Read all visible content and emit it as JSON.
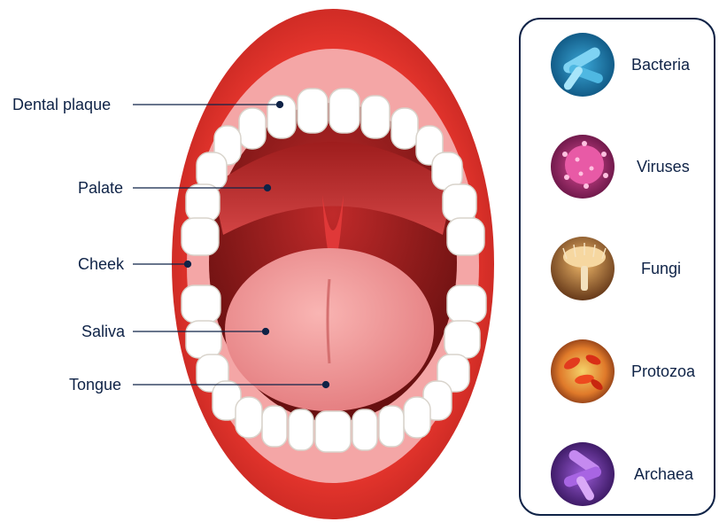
{
  "mouth_labels": [
    {
      "id": "dental-plaque",
      "text": "Dental plaque"
    },
    {
      "id": "palate",
      "text": "Palate"
    },
    {
      "id": "cheek",
      "text": "Cheek"
    },
    {
      "id": "saliva",
      "text": "Saliva"
    },
    {
      "id": "tongue",
      "text": "Tongue"
    }
  ],
  "microbes": [
    {
      "id": "bacteria",
      "text": "Bacteria",
      "icon": "bacteria-icon",
      "color": "#1b86b8"
    },
    {
      "id": "viruses",
      "text": "Viruses",
      "icon": "virus-icon",
      "color": "#b81e6a"
    },
    {
      "id": "fungi",
      "text": "Fungi",
      "icon": "fungi-icon",
      "color": "#c98a3a"
    },
    {
      "id": "protozoa",
      "text": "Protozoa",
      "icon": "protozoa-icon",
      "color": "#d9501e"
    },
    {
      "id": "archaea",
      "text": "Archaea",
      "icon": "archaea-icon",
      "color": "#6a2fa0"
    }
  ],
  "colors": {
    "label_text": "#0f2347",
    "leader_line": "#0f2347",
    "lip": "#e23a32",
    "gum": "#f08a8a",
    "tongue": "#f29a9a",
    "throat": "#7a1414"
  }
}
